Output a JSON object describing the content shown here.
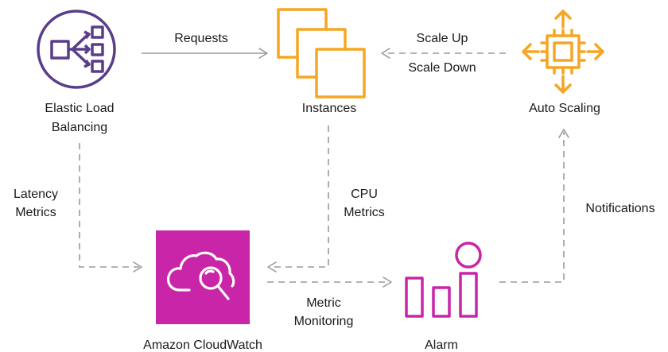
{
  "nodes": {
    "elb": {
      "line1": "Elastic Load",
      "line2": "Balancing"
    },
    "instances": {
      "label": "Instances"
    },
    "autoscaling": {
      "label": "Auto Scaling"
    },
    "cloudwatch": {
      "label": "Amazon CloudWatch"
    },
    "alarm": {
      "label": "Alarm"
    }
  },
  "edges": {
    "requests": "Requests",
    "scale_up": "Scale Up",
    "scale_down": "Scale Down",
    "latency_1": "Latency",
    "latency_2": "Metrics",
    "cpu_1": "CPU",
    "cpu_2": "Metrics",
    "metric_1": "Metric",
    "metric_2": "Monitoring",
    "notifications": "Notifications"
  },
  "colors": {
    "elb": "#5A3D8A",
    "instances": "#F5A623",
    "autoscaling": "#F5A623",
    "cloudwatch": "#C925A8",
    "alarm": "#C925A8",
    "connector": "#9A9A9A"
  }
}
